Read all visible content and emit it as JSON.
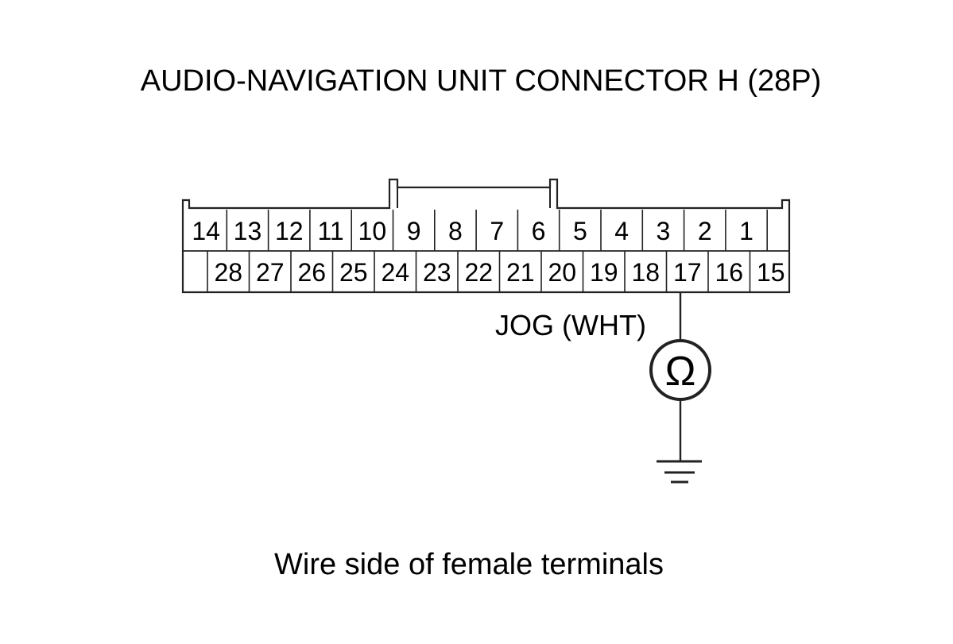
{
  "diagram": {
    "title": "AUDIO-NAVIGATION UNIT CONNECTOR H (28P)",
    "caption": "Wire side of female terminals",
    "wire_label": "JOG (WHT)",
    "meter_symbol": "Ω",
    "meter_icon": "ohmmeter-icon",
    "ground_icon": "ground-icon",
    "probe_pin": "17"
  },
  "connector": {
    "top_row": [
      "14",
      "13",
      "12",
      "11",
      "10",
      "9",
      "8",
      "7",
      "6",
      "5",
      "4",
      "3",
      "2",
      "1",
      ""
    ],
    "bottom_row": [
      "",
      "28",
      "27",
      "26",
      "25",
      "24",
      "23",
      "22",
      "21",
      "20",
      "19",
      "18",
      "17",
      "16",
      "15"
    ]
  }
}
